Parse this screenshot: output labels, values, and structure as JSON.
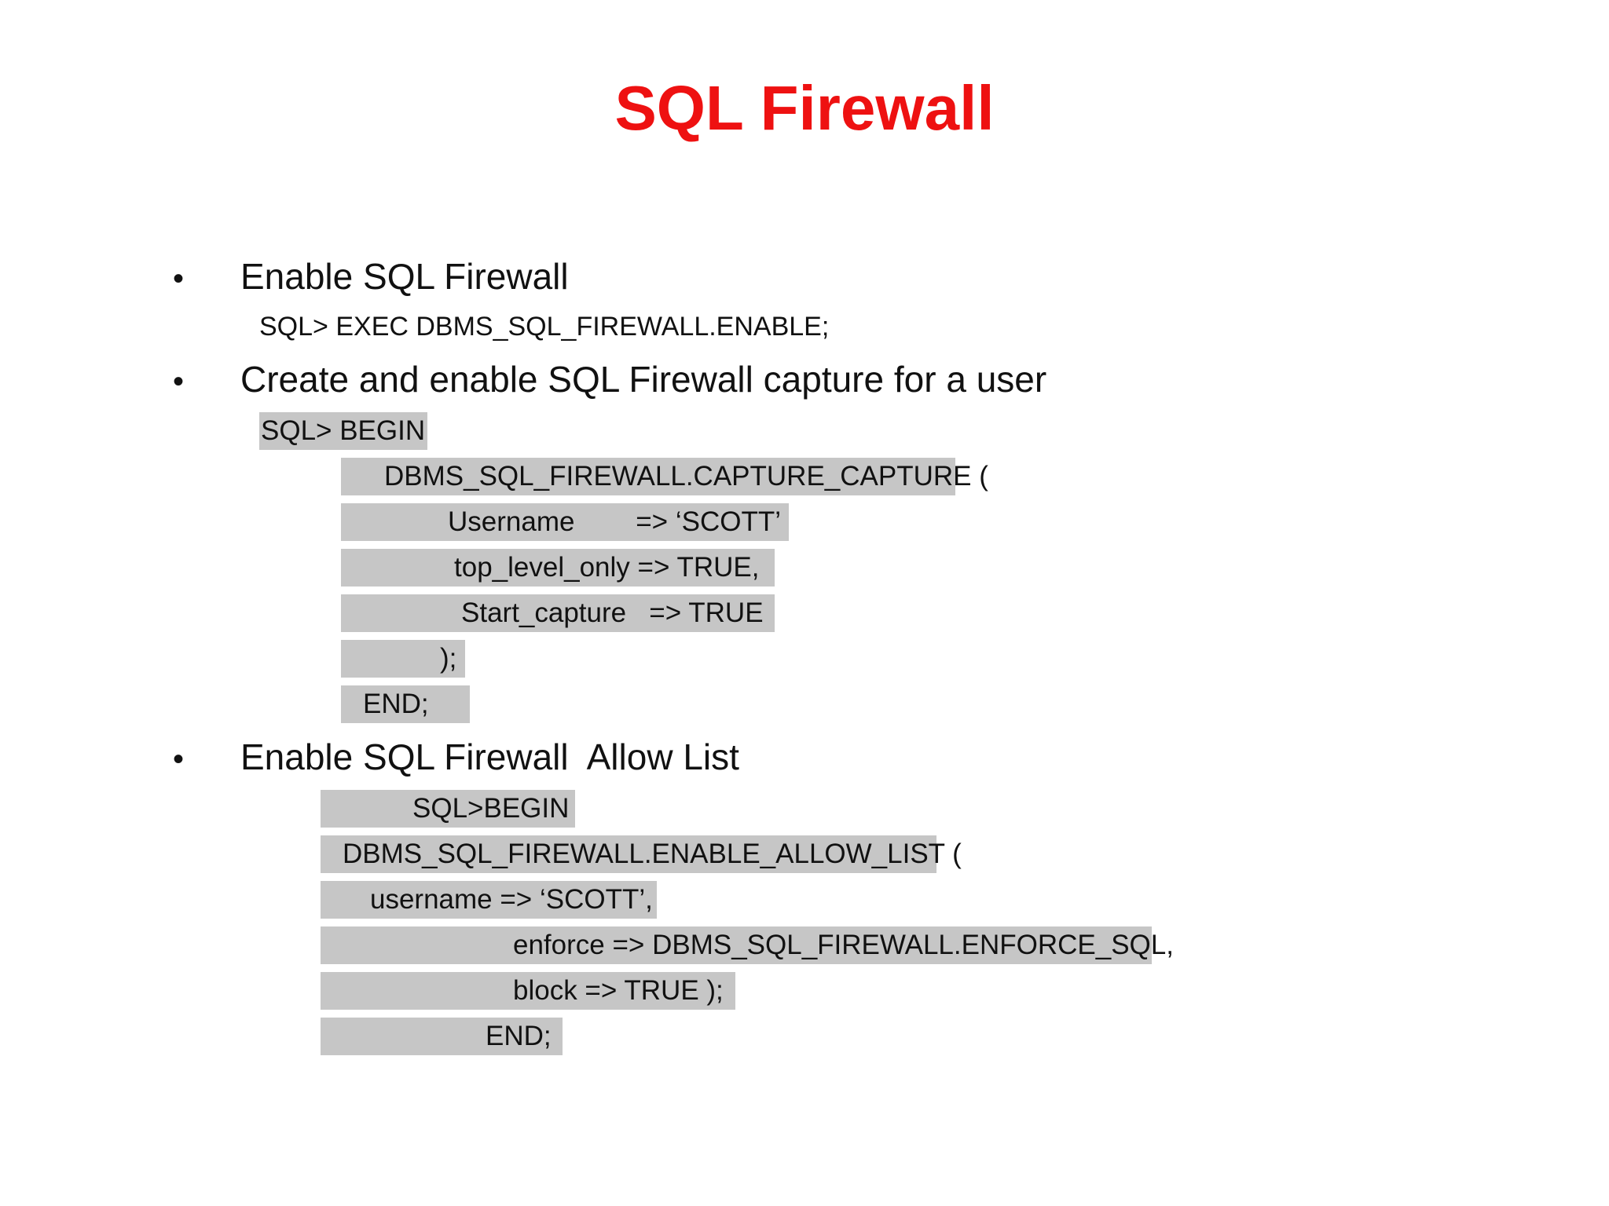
{
  "colors": {
    "title": "#ee1111",
    "highlight": "#c6c6c6",
    "text": "#111111"
  },
  "title": "SQL Firewall",
  "bullet_symbol": "•",
  "section1": {
    "heading": "Enable SQL Firewall",
    "code": "SQL> EXEC DBMS_SQL_FIREWALL.ENABLE;"
  },
  "section2": {
    "heading": "Create and enable SQL Firewall capture for a user",
    "lines": [
      "SQL>  BEGIN",
      "DBMS_SQL_FIREWALL.CAPTURE_CAPTURE (",
      "Username        => ‘SCOTT’",
      "top_level_only => TRUE,",
      "Start_capture   => TRUE",
      ");",
      "END;"
    ]
  },
  "section3": {
    "heading": "Enable SQL Firewall  Allow List",
    "lines": [
      "SQL>BEGIN",
      "DBMS_SQL_FIREWALL.ENABLE_ALLOW_LIST (",
      "username => ‘SCOTT’,",
      "enforce => DBMS_SQL_FIREWALL.ENFORCE_SQL,",
      "block => TRUE );",
      "END;"
    ]
  }
}
